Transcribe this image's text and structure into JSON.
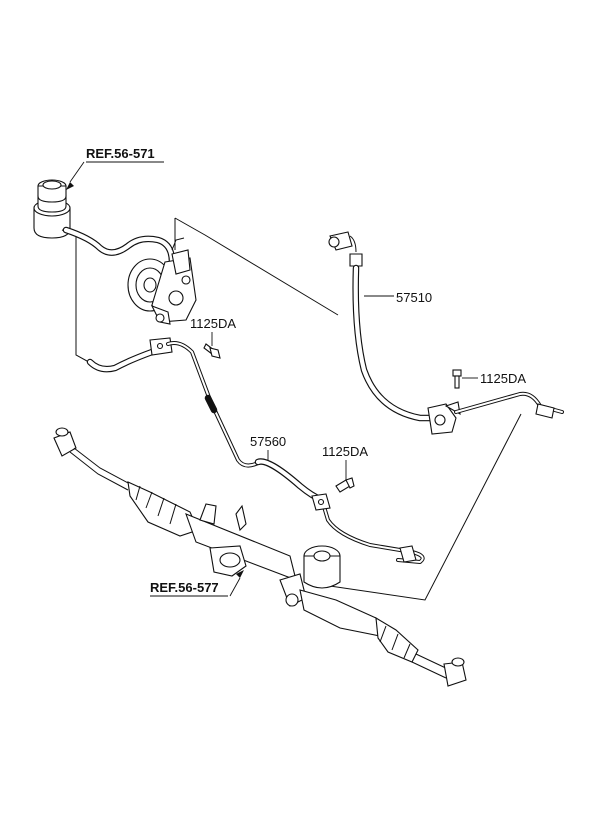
{
  "diagram": {
    "labels": {
      "ref_reservoir": "REF.56-571",
      "ref_gear_box": "REF.56-577",
      "bolt_pump": "1125DA",
      "bolt_right": "1125DA",
      "bolt_center": "1125DA",
      "hose_high_pressure": "57510",
      "tube_return": "57560"
    }
  }
}
